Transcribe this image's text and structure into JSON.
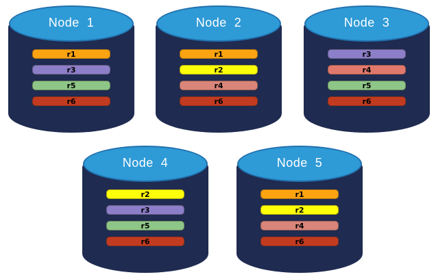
{
  "diagram": {
    "description": "Five database node cylinders showing replica placement",
    "colors": {
      "cylinder_body": "#1F2B50",
      "cylinder_top": "#2E9AD6",
      "cylinder_top_border": "#2171AE",
      "title_text": "#FFFFFF",
      "bar_label_text": "#000000"
    },
    "nodes": [
      {
        "title": "Node  1",
        "bars": [
          {
            "label": "r1",
            "color": "#FCA311"
          },
          {
            "label": "r3",
            "color": "#8C7EC8"
          },
          {
            "label": "r5",
            "color": "#8EC687"
          },
          {
            "label": "r6",
            "color": "#C23B21"
          }
        ]
      },
      {
        "title": "Node  2",
        "bars": [
          {
            "label": "r1",
            "color": "#FCA311"
          },
          {
            "label": "r2",
            "color": "#FFFF0A"
          },
          {
            "label": "r4",
            "color": "#D98579"
          },
          {
            "label": "r6",
            "color": "#C23B21"
          }
        ]
      },
      {
        "title": "Node  3",
        "bars": [
          {
            "label": "r3",
            "color": "#8C7EC8"
          },
          {
            "label": "r4",
            "color": "#E0796C"
          },
          {
            "label": "r5",
            "color": "#8EC687"
          },
          {
            "label": "r6",
            "color": "#C23B21"
          }
        ]
      },
      {
        "title": "Node  4",
        "bars": [
          {
            "label": "r2",
            "color": "#FFFF0A"
          },
          {
            "label": "r3",
            "color": "#8C7EC8"
          },
          {
            "label": "r5",
            "color": "#8EC687"
          },
          {
            "label": "r6",
            "color": "#C23B21"
          }
        ]
      },
      {
        "title": "Node  5",
        "bars": [
          {
            "label": "r1",
            "color": "#FCA311"
          },
          {
            "label": "r2",
            "color": "#FFFF0A"
          },
          {
            "label": "r4",
            "color": "#D98579"
          },
          {
            "label": "r6",
            "color": "#C23B21"
          }
        ]
      }
    ]
  }
}
